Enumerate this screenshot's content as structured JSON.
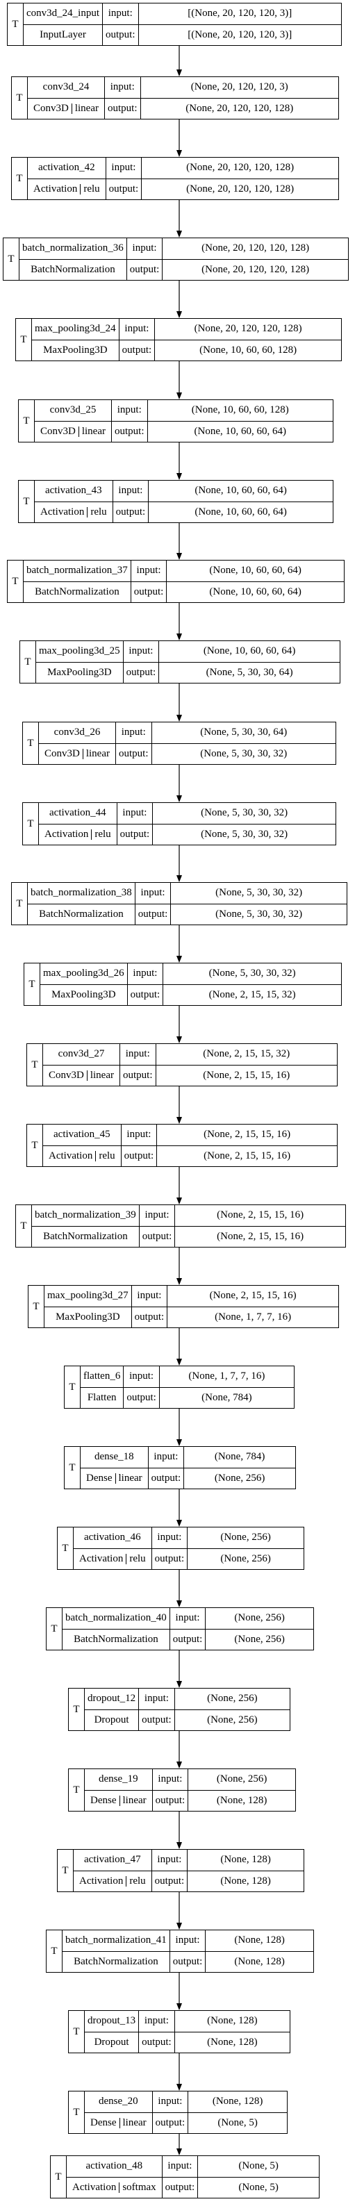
{
  "layers": [
    {
      "name": "conv3d_24_input",
      "cls": "InputLayer",
      "act": "",
      "input": "[(None, 20, 120, 120, 3)]",
      "output": "[(None, 20, 120, 120, 3)]"
    },
    {
      "name": "conv3d_24",
      "cls": "Conv3D",
      "act": "linear",
      "input": "(None, 20, 120, 120, 3)",
      "output": "(None, 20, 120, 120, 128)"
    },
    {
      "name": "activation_42",
      "cls": "Activation",
      "act": "relu",
      "input": "(None, 20, 120, 120, 128)",
      "output": "(None, 20, 120, 120, 128)"
    },
    {
      "name": "batch_normalization_36",
      "cls": "BatchNormalization",
      "act": "",
      "input": "(None, 20, 120, 120, 128)",
      "output": "(None, 20, 120, 120, 128)"
    },
    {
      "name": "max_pooling3d_24",
      "cls": "MaxPooling3D",
      "act": "",
      "input": "(None, 20, 120, 120, 128)",
      "output": "(None, 10, 60, 60, 128)"
    },
    {
      "name": "conv3d_25",
      "cls": "Conv3D",
      "act": "linear",
      "input": "(None, 10, 60, 60, 128)",
      "output": "(None, 10, 60, 60, 64)"
    },
    {
      "name": "activation_43",
      "cls": "Activation",
      "act": "relu",
      "input": "(None, 10, 60, 60, 64)",
      "output": "(None, 10, 60, 60, 64)"
    },
    {
      "name": "batch_normalization_37",
      "cls": "BatchNormalization",
      "act": "",
      "input": "(None, 10, 60, 60, 64)",
      "output": "(None, 10, 60, 60, 64)"
    },
    {
      "name": "max_pooling3d_25",
      "cls": "MaxPooling3D",
      "act": "",
      "input": "(None, 10, 60, 60, 64)",
      "output": "(None, 5, 30, 30, 64)"
    },
    {
      "name": "conv3d_26",
      "cls": "Conv3D",
      "act": "linear",
      "input": "(None, 5, 30, 30, 64)",
      "output": "(None, 5, 30, 30, 32)"
    },
    {
      "name": "activation_44",
      "cls": "Activation",
      "act": "relu",
      "input": "(None, 5, 30, 30, 32)",
      "output": "(None, 5, 30, 30, 32)"
    },
    {
      "name": "batch_normalization_38",
      "cls": "BatchNormalization",
      "act": "",
      "input": "(None, 5, 30, 30, 32)",
      "output": "(None, 5, 30, 30, 32)"
    },
    {
      "name": "max_pooling3d_26",
      "cls": "MaxPooling3D",
      "act": "",
      "input": "(None, 5, 30, 30, 32)",
      "output": "(None, 2, 15, 15, 32)"
    },
    {
      "name": "conv3d_27",
      "cls": "Conv3D",
      "act": "linear",
      "input": "(None, 2, 15, 15, 32)",
      "output": "(None, 2, 15, 15, 16)"
    },
    {
      "name": "activation_45",
      "cls": "Activation",
      "act": "relu",
      "input": "(None, 2, 15, 15, 16)",
      "output": "(None, 2, 15, 15, 16)"
    },
    {
      "name": "batch_normalization_39",
      "cls": "BatchNormalization",
      "act": "",
      "input": "(None, 2, 15, 15, 16)",
      "output": "(None, 2, 15, 15, 16)"
    },
    {
      "name": "max_pooling3d_27",
      "cls": "MaxPooling3D",
      "act": "",
      "input": "(None, 2, 15, 15, 16)",
      "output": "(None, 1, 7, 7, 16)"
    },
    {
      "name": "flatten_6",
      "cls": "Flatten",
      "act": "",
      "input": "(None, 1, 7, 7, 16)",
      "output": "(None, 784)"
    },
    {
      "name": "dense_18",
      "cls": "Dense",
      "act": "linear",
      "input": "(None, 784)",
      "output": "(None, 256)"
    },
    {
      "name": "activation_46",
      "cls": "Activation",
      "act": "relu",
      "input": "(None, 256)",
      "output": "(None, 256)"
    },
    {
      "name": "batch_normalization_40",
      "cls": "BatchNormalization",
      "act": "",
      "input": "(None, 256)",
      "output": "(None, 256)"
    },
    {
      "name": "dropout_12",
      "cls": "Dropout",
      "act": "",
      "input": "(None, 256)",
      "output": "(None, 256)"
    },
    {
      "name": "dense_19",
      "cls": "Dense",
      "act": "linear",
      "input": "(None, 256)",
      "output": "(None, 128)"
    },
    {
      "name": "activation_47",
      "cls": "Activation",
      "act": "relu",
      "input": "(None, 128)",
      "output": "(None, 128)"
    },
    {
      "name": "batch_normalization_41",
      "cls": "BatchNormalization",
      "act": "",
      "input": "(None, 128)",
      "output": "(None, 128)"
    },
    {
      "name": "dropout_13",
      "cls": "Dropout",
      "act": "",
      "input": "(None, 128)",
      "output": "(None, 128)"
    },
    {
      "name": "dense_20",
      "cls": "Dense",
      "act": "linear",
      "input": "(None, 128)",
      "output": "(None, 5)"
    },
    {
      "name": "activation_48",
      "cls": "Activation",
      "act": "softmax",
      "input": "(None, 5)",
      "output": "(None, 5)"
    }
  ],
  "labels": {
    "t": "T",
    "input": "input:",
    "output": "output:"
  }
}
